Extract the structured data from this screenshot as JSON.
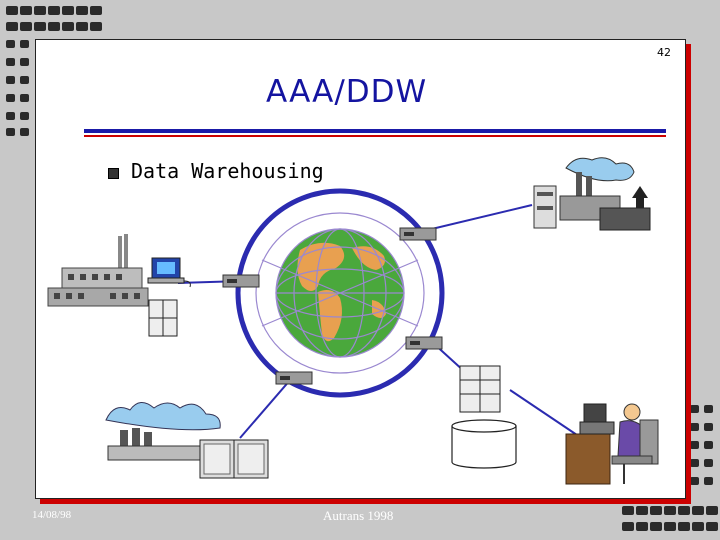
{
  "slide": {
    "page_number": "42",
    "title": "AAA/DDW",
    "bullet": "Data Warehousing"
  },
  "footer": {
    "date": "14/08/98",
    "center": "Autrans 1998"
  },
  "colors": {
    "background": "#c8c8c8",
    "title": "#1414a0",
    "rule_blue": "#1a1aa8",
    "rule_red": "#cc0000",
    "ring": "#2b2bb0",
    "ocean": "#4aa83c",
    "land": "#e8a050",
    "grid": "#9a88d0"
  },
  "icons": [
    "factory-icon",
    "computer-terminal-icon",
    "filing-cabinet-icon",
    "router-icon",
    "globe-icon",
    "industrial-plant-icon",
    "server-rack-icon",
    "office-building-icon",
    "disk-storage-icon",
    "tower-server-icon",
    "operator-workstation-icon"
  ]
}
